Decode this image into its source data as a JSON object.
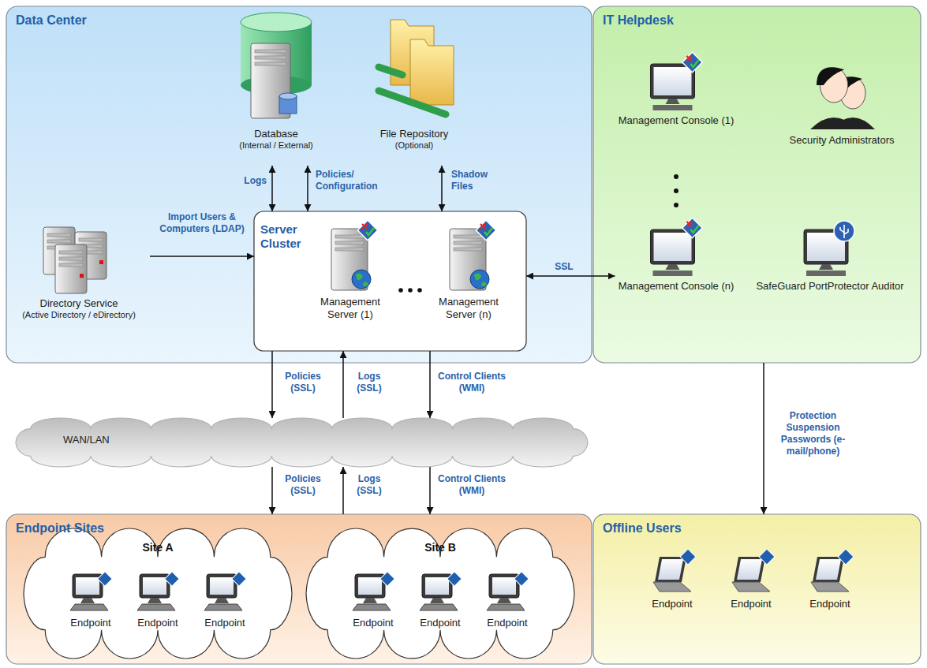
{
  "diagram": {
    "nodes": [
      {
        "text": [
          "Data Center"
        ]
      },
      {
        "text": [
          "Database",
          "(Internal / External)"
        ],
        "in": 0
      },
      {
        "text": [
          "File Repository",
          "(Optional)"
        ],
        "in": 0
      },
      {
        "text": [
          "Directory Service",
          "(Active Directory / eDirectory)"
        ],
        "in": 0
      },
      {
        "text": [
          "Server Cluster"
        ],
        "in": 0
      },
      {
        "text": [
          "Management Server (1)"
        ],
        "in": 4
      },
      {
        "text": [
          "Management Server (n)"
        ],
        "in": 4
      },
      {
        "text": [
          "IT Helpdesk"
        ]
      },
      {
        "text": [
          "Management Console (1)"
        ],
        "in": 7
      },
      {
        "text": [
          "Security Administrators"
        ],
        "in": 7
      },
      {
        "text": [
          "Management Console (n)"
        ],
        "in": 7
      },
      {
        "text": [
          "SafeGuard PortProtector Auditor"
        ],
        "in": 7
      },
      {
        "text": [
          "WAN/LAN"
        ]
      },
      {
        "text": [
          "Endpoint Sites"
        ]
      },
      {
        "text": [
          "Site A"
        ],
        "in": 13
      },
      {
        "text": [
          "Endpoint"
        ],
        "in": 14
      },
      {
        "text": [
          "Endpoint"
        ],
        "in": 14
      },
      {
        "text": [
          "Endpoint"
        ],
        "in": 14
      },
      {
        "text": [
          "Site B"
        ],
        "in": 13
      },
      {
        "text": [
          "Endpoint"
        ],
        "in": 18
      },
      {
        "text": [
          "Endpoint"
        ],
        "in": 18
      },
      {
        "text": [
          "Endpoint"
        ],
        "in": 18
      },
      {
        "text": [
          "Offline Users"
        ]
      },
      {
        "text": [
          "Endpoint"
        ],
        "in": 22
      },
      {
        "text": [
          "Endpoint"
        ],
        "in": 22
      },
      {
        "text": [
          "Endpoint"
        ],
        "in": 22
      }
    ],
    "edges": [
      {
        "from": 1,
        "to": 4,
        "label": "Logs",
        "arrow": "both"
      },
      {
        "from": 1,
        "to": 4,
        "label": "Policies/ Configuration",
        "arrow": "both"
      },
      {
        "from": 2,
        "to": 4,
        "label": "Shadow Files",
        "arrow": "both"
      },
      {
        "from": 3,
        "to": 4,
        "label": "Import Users & Computers (LDAP)",
        "arrow": "to"
      },
      {
        "from": 4,
        "to": 10,
        "label": "SSL",
        "arrow": "both"
      },
      {
        "from": 4,
        "to": 12,
        "label": "Policies (SSL)",
        "arrow": "to"
      },
      {
        "from": 12,
        "to": 4,
        "label": "Logs (SSL)",
        "arrow": "to"
      },
      {
        "from": 4,
        "to": 12,
        "label": "Control Clients (WMI)",
        "arrow": "to"
      },
      {
        "from": 12,
        "to": 13,
        "label": "Policies (SSL)",
        "arrow": "to"
      },
      {
        "from": 13,
        "to": 12,
        "label": "Logs (SSL)",
        "arrow": "to"
      },
      {
        "from": 12,
        "to": 13,
        "label": "Control Clients (WMI)",
        "arrow": "to"
      },
      {
        "from": 7,
        "to": 22,
        "label": "Protection Suspension Passwords (e-mail/phone)",
        "arrow": "to"
      }
    ]
  }
}
